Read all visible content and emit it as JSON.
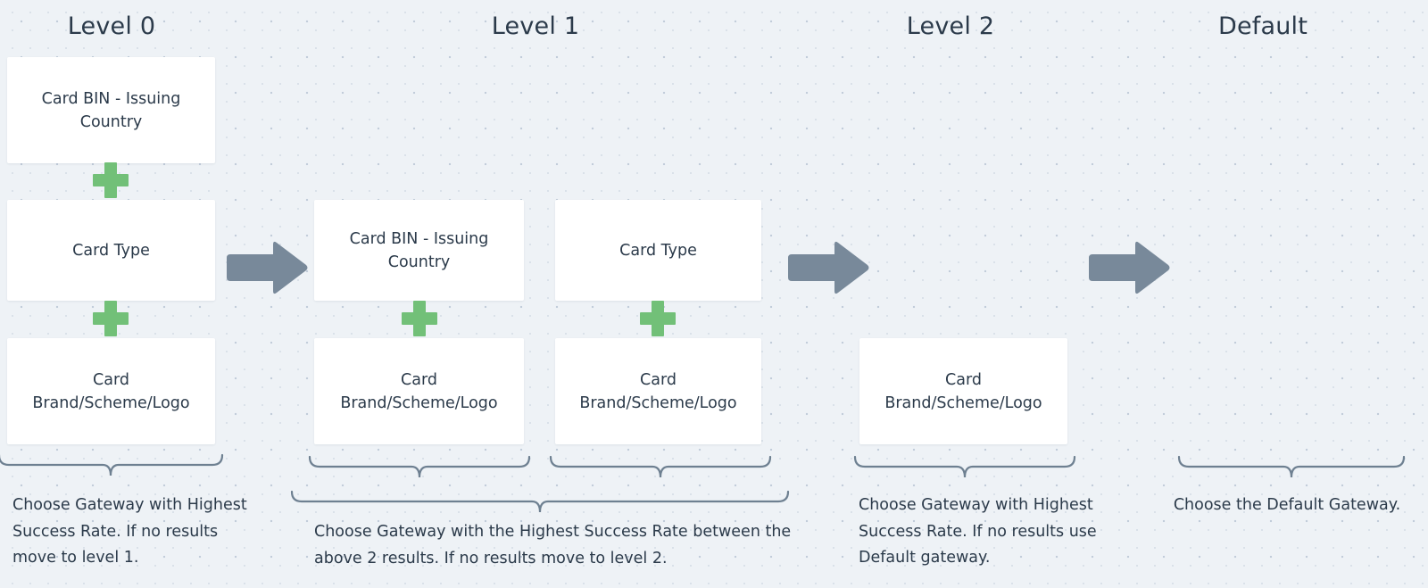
{
  "theme": {
    "background": "#eef2f6",
    "grid_dot": "#c2cdda",
    "card_fill": "#ffffff",
    "text": "#2b3a4a",
    "plus_green": "#72c078",
    "arrow_gray": "#78899a",
    "brace_gray": "#6e8091"
  },
  "columns": [
    {
      "heading": "Level 0"
    },
    {
      "heading": "Level 1"
    },
    {
      "heading": "Level 2"
    },
    {
      "heading": "Default"
    }
  ],
  "cards": {
    "l0_bin": "Card BIN - Issuing Country",
    "l0_type": "Card Type",
    "l0_brand": "Card Brand/Scheme/Logo",
    "l1a_bin": "Card BIN - Issuing Country",
    "l1a_brand": "Card Brand/Scheme/Logo",
    "l1b_type": "Card Type",
    "l1b_brand": "Card Brand/Scheme/Logo",
    "l2_brand": "Card Brand/Scheme/Logo"
  },
  "captions": {
    "level0": "Choose Gateway with Highest Success Rate. If no results move to level 1.",
    "level1": "Choose Gateway with the Highest Success Rate between the above 2 results. If no results move to level 2.",
    "level2": "Choose Gateway with Highest Success Rate. If no results use Default gateway.",
    "default": "Choose the Default Gateway."
  },
  "operators": {
    "plus": "+",
    "arrow": "→"
  }
}
